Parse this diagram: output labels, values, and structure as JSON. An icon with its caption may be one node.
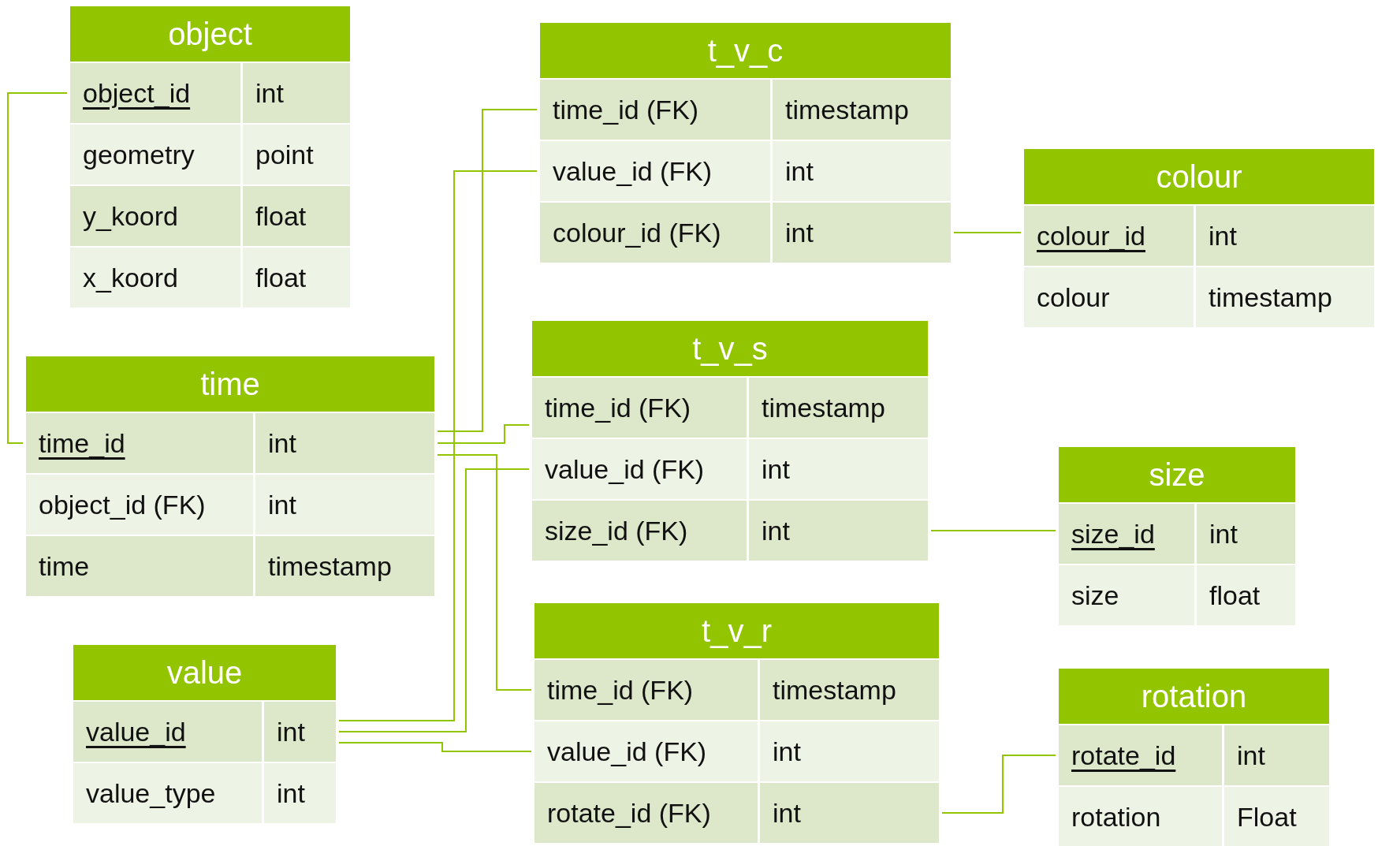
{
  "diagram": {
    "nodes": [
      {
        "text": [
          "object"
        ]
      },
      {
        "text": [
          "object_id",
          "int"
        ],
        "in": 0
      },
      {
        "text": [
          "geometry",
          "point"
        ],
        "in": 0
      },
      {
        "text": [
          "y_koord",
          "float"
        ],
        "in": 0
      },
      {
        "text": [
          "x_koord",
          "float"
        ],
        "in": 0
      },
      {
        "text": [
          "t_v_c"
        ]
      },
      {
        "text": [
          "time_id (FK)",
          "timestamp"
        ],
        "in": 5
      },
      {
        "text": [
          "value_id (FK)",
          "int"
        ],
        "in": 5
      },
      {
        "text": [
          "colour_id (FK)",
          "int"
        ],
        "in": 5
      },
      {
        "text": [
          "colour"
        ]
      },
      {
        "text": [
          "colour_id",
          "int"
        ],
        "in": 9
      },
      {
        "text": [
          "colour",
          "timestamp"
        ],
        "in": 9
      },
      {
        "text": [
          "time"
        ]
      },
      {
        "text": [
          "time_id",
          "int"
        ],
        "in": 12
      },
      {
        "text": [
          "object_id (FK)",
          "int"
        ],
        "in": 12
      },
      {
        "text": [
          "time",
          "timestamp"
        ],
        "in": 12
      },
      {
        "text": [
          "t_v_s"
        ]
      },
      {
        "text": [
          "time_id (FK)",
          "timestamp"
        ],
        "in": 16
      },
      {
        "text": [
          "value_id (FK)",
          "int"
        ],
        "in": 16
      },
      {
        "text": [
          "size_id (FK)",
          "int"
        ],
        "in": 16
      },
      {
        "text": [
          "size"
        ]
      },
      {
        "text": [
          "size_id",
          "int"
        ],
        "in": 20
      },
      {
        "text": [
          "size",
          "float"
        ],
        "in": 20
      },
      {
        "text": [
          "value"
        ]
      },
      {
        "text": [
          "value_id",
          "int"
        ],
        "in": 23
      },
      {
        "text": [
          "value_type",
          "int"
        ],
        "in": 23
      },
      {
        "text": [
          "t_v_r"
        ]
      },
      {
        "text": [
          "time_id (FK)",
          "timestamp"
        ],
        "in": 26
      },
      {
        "text": [
          "value_id (FK)",
          "int"
        ],
        "in": 26
      },
      {
        "text": [
          "rotate_id (FK)",
          "int"
        ],
        "in": 26
      },
      {
        "text": [
          "rotation"
        ]
      },
      {
        "text": [
          "rotate_id",
          "int"
        ],
        "in": 30
      },
      {
        "text": [
          "rotation",
          "Float"
        ],
        "in": 30
      }
    ],
    "edges": [
      {
        "from": 1,
        "to": 13,
        "arrow": "none"
      },
      {
        "from": 13,
        "to": 6,
        "arrow": "none"
      },
      {
        "from": 24,
        "to": 7,
        "arrow": "none"
      },
      {
        "from": 8,
        "to": 10,
        "arrow": "none"
      },
      {
        "from": 13,
        "to": 17,
        "arrow": "none"
      },
      {
        "from": 13,
        "to": 27,
        "arrow": "none"
      },
      {
        "from": 24,
        "to": 18,
        "arrow": "none"
      },
      {
        "from": 24,
        "to": 28,
        "arrow": "none"
      },
      {
        "from": 19,
        "to": 21,
        "arrow": "none"
      },
      {
        "from": 29,
        "to": 31,
        "arrow": "none"
      }
    ]
  }
}
